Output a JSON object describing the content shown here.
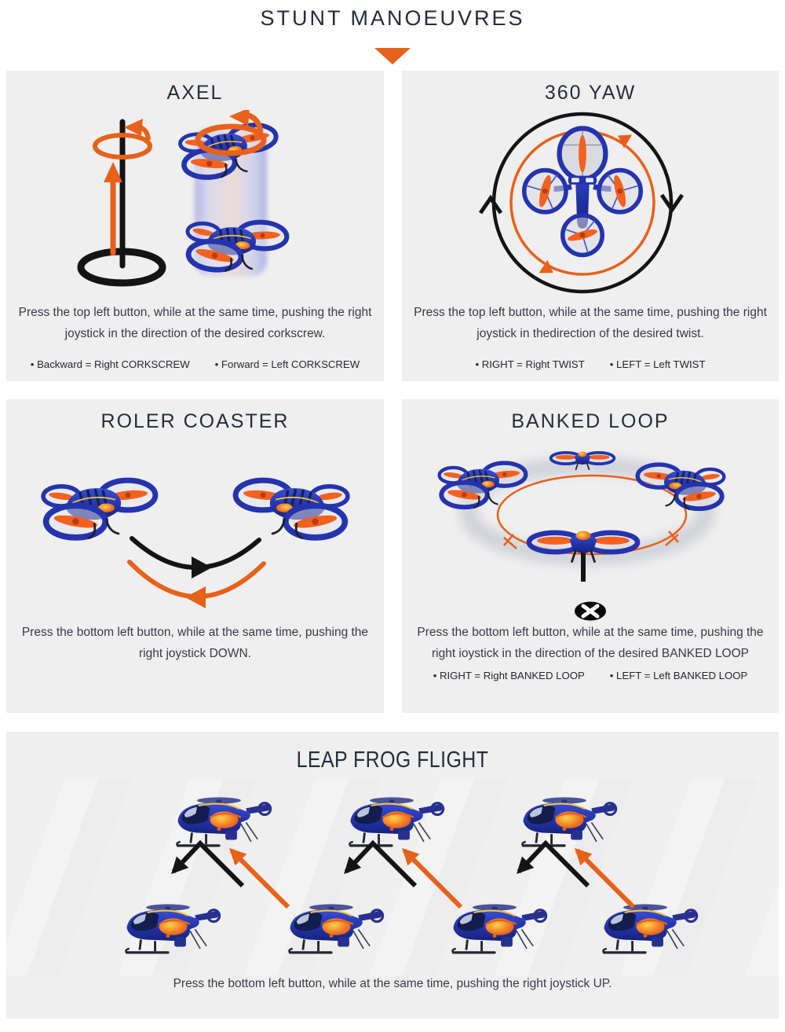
{
  "header": {
    "title": "STUNT MANOEUVRES"
  },
  "panels": {
    "axel": {
      "title": "AXEL",
      "description": "Press the top left button, while at the same time, pushing the right joystick in the direction of the desired corkscrew.",
      "bullets": [
        "• Backward = Right CORKSCREW",
        "• Forward = Left CORKSCREW"
      ]
    },
    "yaw_360": {
      "title": "360 YAW",
      "description": "Press the top left button, while at the same time, pushing the right joystick in thedirection of the desired twist.",
      "bullets": [
        "• RIGHT = Right TWIST",
        "• LEFT = Left TWIST"
      ]
    },
    "roller_coaster": {
      "title": "ROLER COASTER",
      "description": "Press the bottom left button, while at the same time, pushing the right joystick DOWN."
    },
    "banked_loop": {
      "title": "BANKED LOOP",
      "description": "Press the bottom left button, while at the same time, pushing the right ioystick in the direction of the desired BANKED LOOP",
      "bullets": [
        "• RIGHT = Right BANKED LOOP",
        "• LEFT = Left BANKED LOOP"
      ]
    },
    "leap_frog": {
      "title": "LEAP FROG FLIGHT",
      "description": "Press the bottom left button, while at the same time, pushing the right joystick UP."
    }
  },
  "icons": {
    "header_marker": "down-triangle-icon",
    "banked_loop_marker": "x-oval-icon"
  },
  "colors": {
    "accent_orange": "#e8611a",
    "heading_navy": "#222d3b",
    "panel_background": "#efefef",
    "drone_blue": "#2434ae",
    "arrow_black": "#141414",
    "page_background": "#ffffff"
  }
}
